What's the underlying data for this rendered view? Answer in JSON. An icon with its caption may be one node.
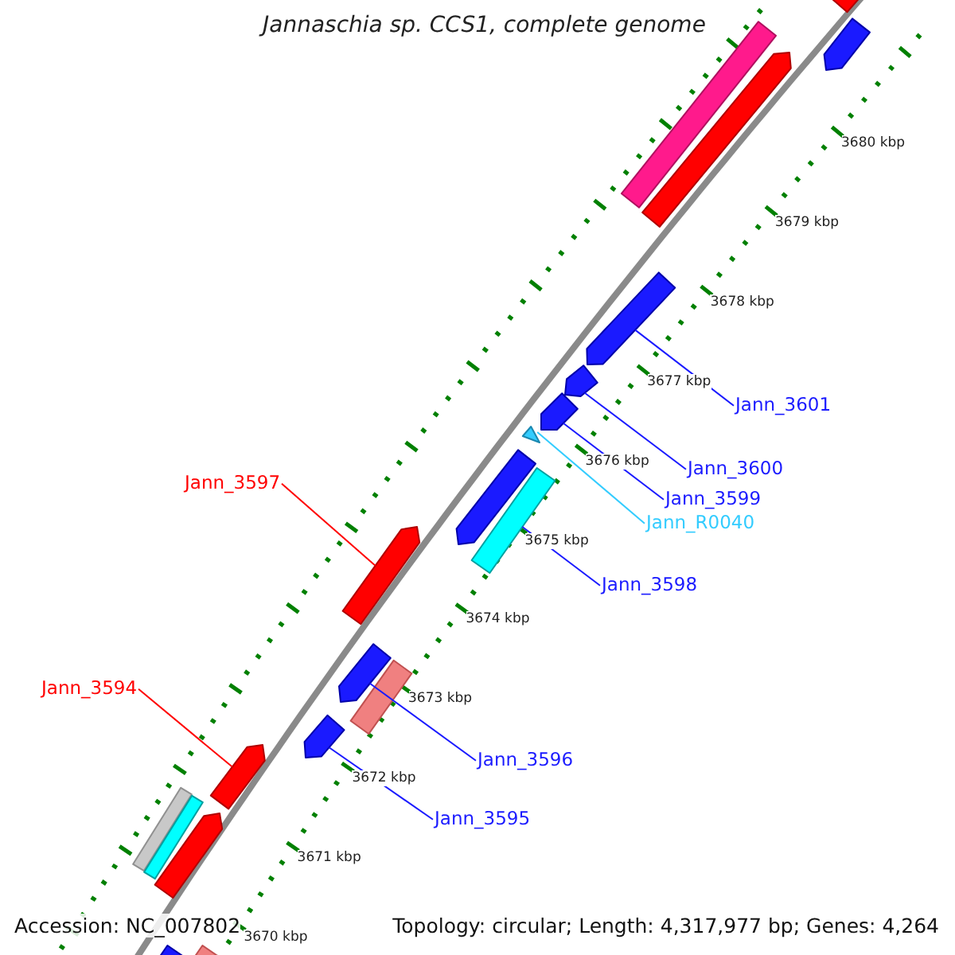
{
  "diagram": {
    "title": "Jannaschia sp. CCS1, complete genome",
    "nodes": [
      {
        "text": [
          "Jann_3601"
        ]
      },
      {
        "text": [],
        "shape": "pentagon"
      },
      {
        "text": [
          "Jann_3600"
        ]
      },
      {
        "text": [],
        "shape": "pentagon"
      },
      {
        "text": [
          "Jann_3599"
        ]
      },
      {
        "text": [],
        "shape": "pentagon"
      },
      {
        "text": [
          "Jann_R0040"
        ]
      },
      {
        "text": [],
        "shape": "triangle"
      },
      {
        "text": [
          "Jann_3597"
        ]
      },
      {
        "text": [],
        "shape": "pentagon"
      },
      {
        "text": [
          "Jann_3598"
        ]
      },
      {
        "text": [],
        "shape": "pentagon"
      },
      {
        "text": [
          "Jann_3594"
        ]
      },
      {
        "text": [],
        "shape": "pentagon"
      },
      {
        "text": [
          "Jann_3596"
        ]
      },
      {
        "text": [],
        "shape": "pentagon"
      },
      {
        "text": [
          "Jann_3595"
        ]
      },
      {
        "text": [],
        "shape": "pentagon"
      },
      {
        "text": [],
        "shape": "pentagon"
      },
      {
        "text": [],
        "shape": "pentagon"
      },
      {
        "text": [],
        "shape": "bar"
      },
      {
        "text": [],
        "shape": "pentagon"
      },
      {
        "text": [],
        "shape": "bar"
      },
      {
        "text": [],
        "shape": "bar"
      },
      {
        "text": [],
        "shape": "bar"
      },
      {
        "text": [],
        "shape": "bar"
      },
      {
        "text": [],
        "shape": "pentagon"
      },
      {
        "text": [],
        "shape": "bar"
      },
      {
        "text": [],
        "shape": "bar"
      }
    ],
    "edges": [
      {
        "from": 0,
        "to": 1,
        "arrow": "none"
      },
      {
        "from": 2,
        "to": 3,
        "arrow": "none"
      },
      {
        "from": 4,
        "to": 5,
        "arrow": "none"
      },
      {
        "from": 6,
        "to": 7,
        "arrow": "none",
        "color": "#33ccff"
      },
      {
        "from": 8,
        "to": 9,
        "arrow": "none",
        "color": "#ff0000"
      },
      {
        "from": 10,
        "to": 22,
        "arrow": "none"
      },
      {
        "from": 12,
        "to": 13,
        "arrow": "none",
        "color": "#ff0000"
      },
      {
        "from": 14,
        "to": 15,
        "arrow": "none"
      },
      {
        "from": 16,
        "to": 17,
        "arrow": "none"
      }
    ],
    "labels": [
      "3680 kbp",
      "3679 kbp",
      "3678 kbp",
      "3677 kbp",
      "3676 kbp",
      "3675 kbp",
      "3674 kbp",
      "3673 kbp",
      "3672 kbp",
      "3671 kbp",
      "3670 kbp",
      "Accession: NC_007802",
      "Topology: circular; Length: 4,317,977 bp; Genes: 4,264"
    ]
  }
}
